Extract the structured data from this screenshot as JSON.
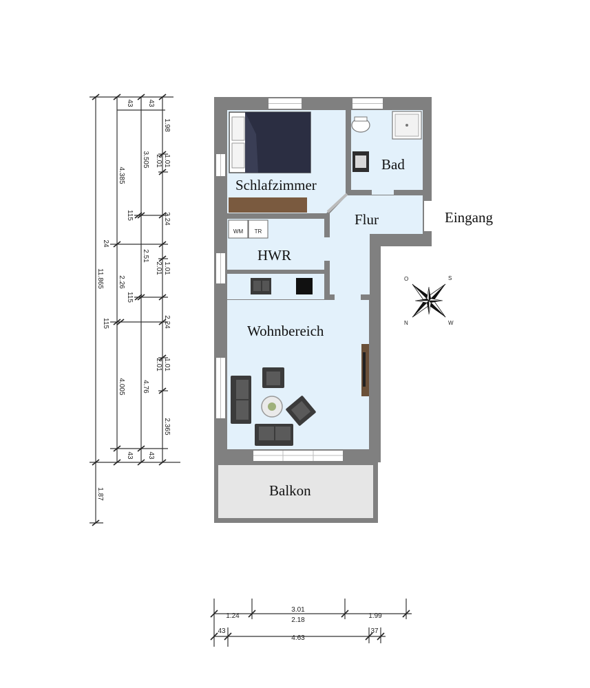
{
  "rooms": {
    "schlafzimmer": "Schlafzimmer",
    "bad": "Bad",
    "flur": "Flur",
    "hwr": "HWR",
    "wohnbereich": "Wohnbereich",
    "balkon": "Balkon"
  },
  "labels": {
    "eingang": "Eingang",
    "wm": "WM",
    "tr": "TR"
  },
  "compass": {
    "n": "N",
    "o": "O",
    "s": "S",
    "w": "W"
  },
  "dimensions_left": {
    "outer": [
      "11.865",
      "1.87"
    ],
    "col1": [
      "4.385",
      "24",
      "115"
    ],
    "col2": [
      "43",
      "3.505",
      "115",
      "2.51",
      "2.26",
      "115",
      "4.005",
      "43"
    ],
    "col3": [
      "43",
      "4.76",
      "43"
    ],
    "col4": [
      "1.98",
      "1.01",
      "2.01",
      "2.24",
      "1.01",
      "2.01",
      "2.24",
      "1.01",
      "2.01",
      "2.365"
    ]
  },
  "dimensions_bottom": {
    "row1": [
      "1.24",
      "3.01",
      "2.18",
      "1.99"
    ],
    "row2": [
      "43",
      "4.63",
      "37"
    ]
  },
  "colors": {
    "wall": "#808080",
    "floor": "#e3f1fb",
    "balcony": "#e6e6e6",
    "bed": "#2b2e42",
    "wood": "#7a5a3f",
    "sofa": "#3b3b3b"
  }
}
